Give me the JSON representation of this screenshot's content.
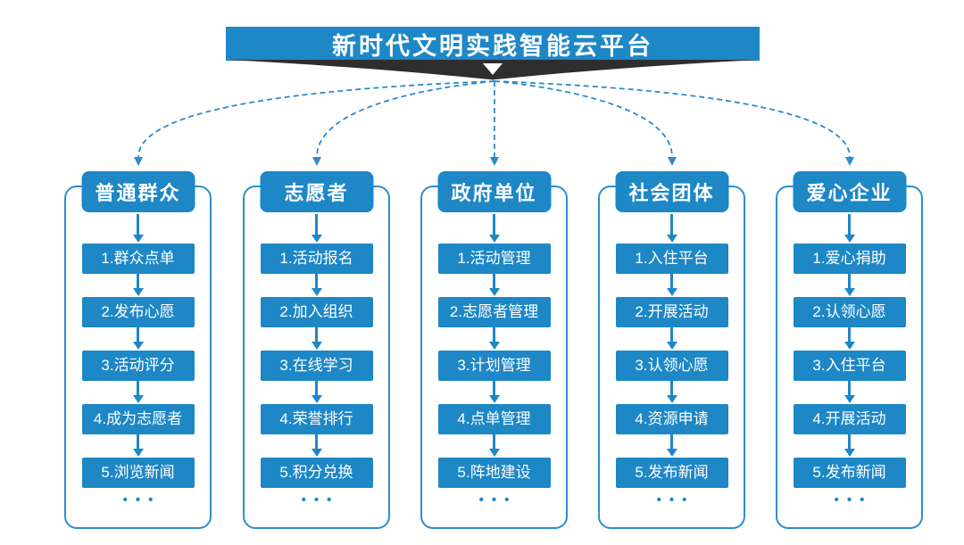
{
  "title": "新时代文明实践智能云平台",
  "more_label": "•••",
  "colors": {
    "primary_blue": "#1e87c6",
    "border_blue": "#2b8fce",
    "dashed_line_blue": "#2e8ac9",
    "ribbon_dark": "#2e2e2e",
    "background": "#ffffff",
    "text_on_blue": "#ffffff"
  },
  "columns": [
    {
      "title": "普通群众",
      "items": [
        "1.群众点单",
        "2.发布心愿",
        "3.活动评分",
        "4.成为志愿者",
        "5.浏览新闻"
      ]
    },
    {
      "title": "志愿者",
      "items": [
        "1.活动报名",
        "2.加入组织",
        "3.在线学习",
        "4.荣誉排行",
        "5.积分兑换"
      ]
    },
    {
      "title": "政府单位",
      "items": [
        "1.活动管理",
        "2.志愿者管理",
        "3.计划管理",
        "4.点单管理",
        "5.阵地建设"
      ]
    },
    {
      "title": "社会团体",
      "items": [
        "1.入住平台",
        "2.开展活动",
        "3.认领心愿",
        "4.资源申请",
        "5.发布新闻"
      ]
    },
    {
      "title": "爱心企业",
      "items": [
        "1.爱心捐助",
        "2.认领心愿",
        "3.入住平台",
        "4.开展活动",
        "5.发布新闻"
      ]
    }
  ]
}
